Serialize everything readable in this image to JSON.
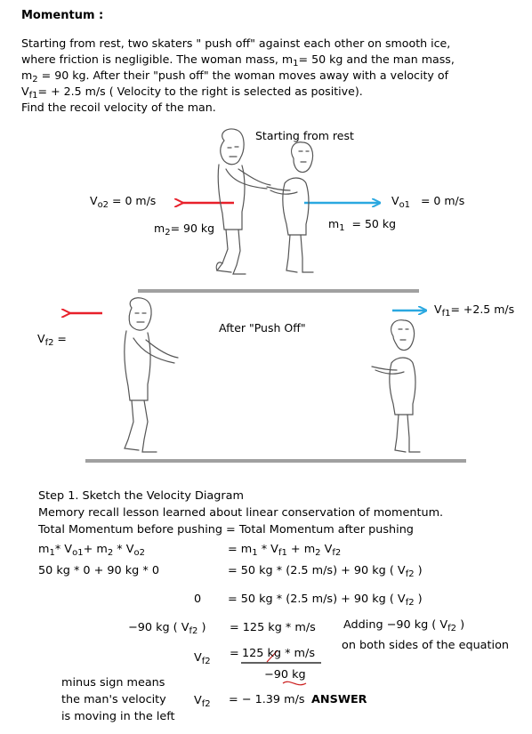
{
  "title": "Momentum :",
  "problem": {
    "line1": "Starting from rest, two skaters \" push off\" against each other on smooth ice,",
    "line2": "where friction is negligible. The woman mass, m",
    "line2_sub": "1",
    "line2_end": "= 50 kg and the man mass,",
    "line3_pre": "m",
    "line3_sub": "2",
    "line3_end": " = 90 kg. After their \"push off\" the woman moves away with a velocity of",
    "line4_pre": "V",
    "line4_sub": "f1",
    "line4_end": "= + 2.5 m/s ( Velocity to the right is selected as positive).",
    "line5": "Find the recoil velocity of the man."
  },
  "diagram_top": {
    "caption": "Starting from rest",
    "vo2_pre": "V",
    "vo2_sub": "o2",
    "vo2_end": " = 0 m/s",
    "vo1_pre": "V",
    "vo1_sub": "o1",
    "vo1_end": "= 0 m/s",
    "m2_pre": "m",
    "m2_sub": "2",
    "m2_end": "= 90 kg",
    "m1_pre": "m",
    "m1_sub": "1",
    "m1_end": "= 50 kg"
  },
  "diagram_bottom": {
    "caption": "After \"Push Off\"",
    "vf1_pre": "V",
    "vf1_sub": "f1",
    "vf1_end": "= +2.5 m/s",
    "vf2_pre": "V",
    "vf2_sub": "f2",
    "vf2_end": " ="
  },
  "solution": {
    "step1": "Step 1. Sketch the Velocity Diagram",
    "recall": "Memory recall lesson learned about linear conservation of momentum.",
    "total": "Total Momentum before pushing = Total Momentum after pushing",
    "eq1_left_a": "m",
    "eq1_left_a_sub": "1",
    "eq1_left_b": "* V",
    "eq1_left_b_sub": "o1",
    "eq1_left_c": "+ m",
    "eq1_left_c_sub": "2",
    "eq1_left_d": " * V",
    "eq1_left_d_sub": "o2",
    "eq1_right_a": "= m",
    "eq1_right_a_sub": "1",
    "eq1_right_b": "* V",
    "eq1_right_b_sub": "f1",
    "eq1_right_c": " + m",
    "eq1_right_c_sub": "2",
    "eq1_right_d": "V",
    "eq1_right_d_sub": "f2",
    "eq2_left": "50 kg * 0 + 90 kg * 0",
    "eq2_right": "= 50 kg * (2.5 m/s) + 90 kg ( V",
    "eq2_right_sub": "f2",
    "eq2_right_end": " )",
    "eq3_left": "0",
    "eq3_right": "= 50 kg * (2.5 m/s) + 90 kg ( V",
    "eq3_right_sub": "f2",
    "eq3_right_end": " )",
    "eq4_left": "−90 kg ( V",
    "eq4_left_sub": "f2",
    "eq4_left_end": " )",
    "eq4_right": "= 125 kg * m/s",
    "note_add": "Adding −90 kg ( V",
    "note_add_sub": "f2",
    "note_add_end": " )",
    "note_both": "on both sides of the equation",
    "eq5_left": "V",
    "eq5_left_sub": "f2",
    "eq5_eq": "=",
    "eq5_num": "125 kg * m/s",
    "eq5_den": "−90 kg",
    "minus_note_1": "minus sign means",
    "minus_note_2": "the man's velocity",
    "minus_note_3": "is moving in the left",
    "answer_left": "V",
    "answer_left_sub": "f2",
    "answer_value": "= − 1.39 m/s",
    "answer_label": "ANSWER"
  },
  "colors": {
    "red_arrow": "#e8202a",
    "blue_arrow": "#2aa8e0",
    "ice": "#a0a0a0",
    "correction": "#cc2020"
  }
}
